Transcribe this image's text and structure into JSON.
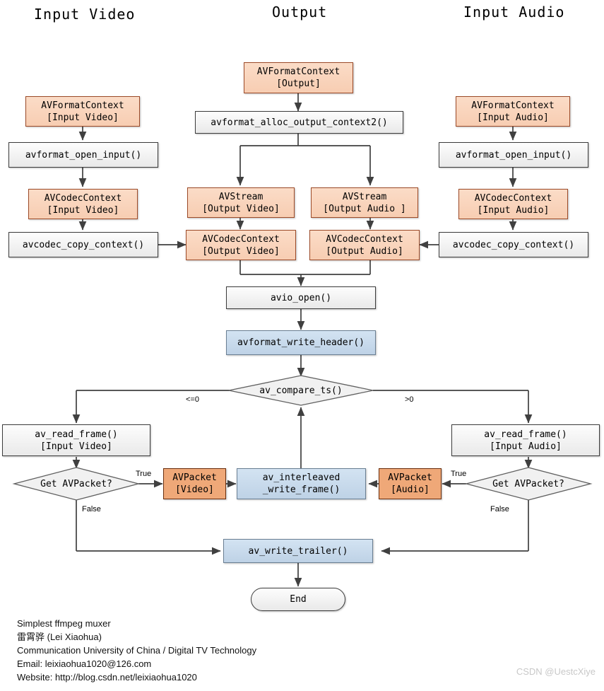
{
  "diagram": {
    "title": "Simplest ffmpeg muxer flowchart",
    "columns": [
      {
        "id": "input-video",
        "label": "Input Video"
      },
      {
        "id": "output",
        "label": "Output"
      },
      {
        "id": "input-audio",
        "label": "Input Audio"
      }
    ],
    "colors": {
      "orange_fill": "#F8CEB3",
      "orange_border": "#9C4A28",
      "packet_fill": "#EFA878",
      "gray_fill": "#EFEFEF",
      "gray_border": "#3C3C3C",
      "blue_fill": "#C5D9ED",
      "blue_border": "#6A7F93",
      "background": "#FFFFFF",
      "line": "#404040",
      "watermark": "#C8C8C8"
    },
    "nodes": [
      {
        "id": "avformatcontext-input-video",
        "kind": "orange",
        "lines": [
          "AVFormatContext",
          "[Input Video]"
        ]
      },
      {
        "id": "avformat-open-input-video",
        "kind": "gray",
        "lines": [
          "avformat_open_input()"
        ]
      },
      {
        "id": "avcodeccontext-input-video",
        "kind": "orange",
        "lines": [
          "AVCodecContext",
          "[Input Video]"
        ]
      },
      {
        "id": "avcodec-copy-context-video",
        "kind": "gray",
        "lines": [
          "avcodec_copy_context()"
        ]
      },
      {
        "id": "avformatcontext-output",
        "kind": "orange",
        "lines": [
          "AVFormatContext",
          "[Output]"
        ]
      },
      {
        "id": "avformat-alloc-output-context2",
        "kind": "gray",
        "lines": [
          "avformat_alloc_output_context2()"
        ]
      },
      {
        "id": "avstream-output-video",
        "kind": "orange",
        "lines": [
          "AVStream",
          "[Output Video]"
        ]
      },
      {
        "id": "avstream-output-audio",
        "kind": "orange",
        "lines": [
          "AVStream",
          "[Output Audio ]"
        ]
      },
      {
        "id": "avcodeccontext-output-video",
        "kind": "orange",
        "lines": [
          "AVCodecContext",
          "[Output Video]"
        ]
      },
      {
        "id": "avcodeccontext-output-audio",
        "kind": "orange",
        "lines": [
          "AVCodecContext",
          "[Output Audio]"
        ]
      },
      {
        "id": "avio-open",
        "kind": "gray",
        "lines": [
          "avio_open()"
        ]
      },
      {
        "id": "avformat-write-header",
        "kind": "blue",
        "lines": [
          "avformat_write_header()"
        ]
      },
      {
        "id": "avformatcontext-input-audio",
        "kind": "orange",
        "lines": [
          "AVFormatContext",
          "[Input Audio]"
        ]
      },
      {
        "id": "avformat-open-input-audio",
        "kind": "gray",
        "lines": [
          "avformat_open_input()"
        ]
      },
      {
        "id": "avcodeccontext-input-audio",
        "kind": "orange",
        "lines": [
          "AVCodecContext",
          "[Input Audio]"
        ]
      },
      {
        "id": "avcodec-copy-context-audio",
        "kind": "gray",
        "lines": [
          "avcodec_copy_context()"
        ]
      },
      {
        "id": "av-compare-ts",
        "kind": "diamond",
        "lines": [
          "av_compare_ts()"
        ]
      },
      {
        "id": "av-read-frame-video",
        "kind": "gray",
        "lines": [
          "av_read_frame()",
          "[Input Video]"
        ]
      },
      {
        "id": "av-read-frame-audio",
        "kind": "gray",
        "lines": [
          "av_read_frame()",
          "[Input Audio]"
        ]
      },
      {
        "id": "get-avpacket-video",
        "kind": "diamond",
        "lines": [
          "Get AVPacket?"
        ]
      },
      {
        "id": "get-avpacket-audio",
        "kind": "diamond",
        "lines": [
          "Get AVPacket?"
        ]
      },
      {
        "id": "avpacket-video",
        "kind": "packet",
        "lines": [
          "AVPacket",
          "[Video]"
        ]
      },
      {
        "id": "avpacket-audio",
        "kind": "packet",
        "lines": [
          "AVPacket",
          "[Audio]"
        ]
      },
      {
        "id": "av-interleaved-write-frame",
        "kind": "blue",
        "lines": [
          "av_interleaved",
          "_write_frame()"
        ]
      },
      {
        "id": "av-write-trailer",
        "kind": "blue",
        "lines": [
          "av_write_trailer()"
        ]
      },
      {
        "id": "end",
        "kind": "terminator",
        "lines": [
          "End"
        ]
      }
    ],
    "edge_labels": [
      {
        "id": "compare-le0",
        "text": "<=0"
      },
      {
        "id": "compare-gt0",
        "text": ">0"
      },
      {
        "id": "video-true",
        "text": "True"
      },
      {
        "id": "video-false",
        "text": "False"
      },
      {
        "id": "audio-true",
        "text": "True"
      },
      {
        "id": "audio-false",
        "text": "False"
      }
    ]
  },
  "labels": {
    "input_video": "Input Video",
    "output": "Output",
    "input_audio": "Input Audio",
    "avformatcontext_input_video_l1": "AVFormatContext",
    "avformatcontext_input_video_l2": "[Input Video]",
    "avformat_open_input_video": "avformat_open_input()",
    "avcodeccontext_input_video_l1": "AVCodecContext",
    "avcodeccontext_input_video_l2": "[Input Video]",
    "avcodec_copy_context_video": "avcodec_copy_context()",
    "avformatcontext_output_l1": "AVFormatContext",
    "avformatcontext_output_l2": "[Output]",
    "avformat_alloc_output_context2": "avformat_alloc_output_context2()",
    "avstream_output_video_l1": "AVStream",
    "avstream_output_video_l2": "[Output Video]",
    "avstream_output_audio_l1": "AVStream",
    "avstream_output_audio_l2": "[Output Audio ]",
    "avcodeccontext_output_video_l1": "AVCodecContext",
    "avcodeccontext_output_video_l2": "[Output Video]",
    "avcodeccontext_output_audio_l1": "AVCodecContext",
    "avcodeccontext_output_audio_l2": "[Output Audio]",
    "avio_open": "avio_open()",
    "avformat_write_header": "avformat_write_header()",
    "avformatcontext_input_audio_l1": "AVFormatContext",
    "avformatcontext_input_audio_l2": "[Input Audio]",
    "avformat_open_input_audio": "avformat_open_input()",
    "avcodeccontext_input_audio_l1": "AVCodecContext",
    "avcodeccontext_input_audio_l2": "[Input Audio]",
    "avcodec_copy_context_audio": "avcodec_copy_context()",
    "av_compare_ts": "av_compare_ts()",
    "compare_le0": "<=0",
    "compare_gt0": ">0",
    "av_read_frame_video_l1": "av_read_frame()",
    "av_read_frame_video_l2": "[Input Video]",
    "av_read_frame_audio_l1": "av_read_frame()",
    "av_read_frame_audio_l2": "[Input Audio]",
    "get_avpacket_video": "Get AVPacket?",
    "get_avpacket_audio": "Get AVPacket?",
    "video_true": "True",
    "video_false": "False",
    "audio_true": "True",
    "audio_false": "False",
    "avpacket_video_l1": "AVPacket",
    "avpacket_video_l2": "[Video]",
    "avpacket_audio_l1": "AVPacket",
    "avpacket_audio_l2": "[Audio]",
    "av_interleaved_l1": "av_interleaved",
    "av_interleaved_l2": "_write_frame()",
    "av_write_trailer": "av_write_trailer()",
    "end": "End"
  },
  "footer": {
    "line1": "Simplest ffmpeg muxer",
    "line2": "雷霄骅 (Lei Xiaohua)",
    "line3": "Communication University of China / Digital TV Technology",
    "line4": "Email: leixiaohua1020@126.com",
    "line5": "Website: http://blog.csdn.net/leixiaohua1020"
  },
  "watermark": {
    "text": "CSDN @UestcXiye"
  }
}
